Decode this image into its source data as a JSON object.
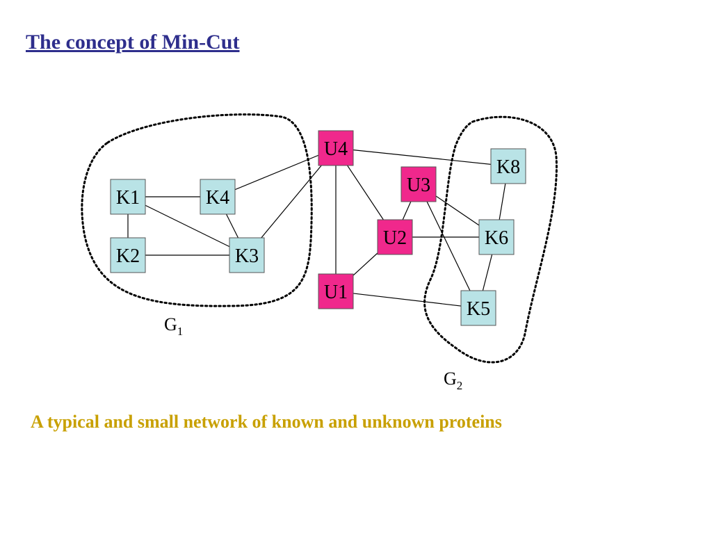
{
  "slide": {
    "title": "The concept of Min-Cut",
    "caption": "A typical and small network of known and unknown proteins"
  },
  "colors": {
    "title": "#2e2e8c",
    "caption": "#c8a000",
    "known_fill": "#b9e3e6",
    "unknown_fill": "#f0288c",
    "edge": "#000000"
  },
  "nodes": [
    {
      "id": "K1",
      "label": "K1",
      "kind": "known"
    },
    {
      "id": "K2",
      "label": "K2",
      "kind": "known"
    },
    {
      "id": "K3",
      "label": "K3",
      "kind": "known"
    },
    {
      "id": "K4",
      "label": "K4",
      "kind": "known"
    },
    {
      "id": "K5",
      "label": "K5",
      "kind": "known"
    },
    {
      "id": "K6",
      "label": "K6",
      "kind": "known"
    },
    {
      "id": "K8",
      "label": "K8",
      "kind": "known"
    },
    {
      "id": "U1",
      "label": "U1",
      "kind": "unknown"
    },
    {
      "id": "U2",
      "label": "U2",
      "kind": "unknown"
    },
    {
      "id": "U3",
      "label": "U3",
      "kind": "unknown"
    },
    {
      "id": "U4",
      "label": "U4",
      "kind": "unknown"
    }
  ],
  "edges": [
    [
      "K1",
      "K4"
    ],
    [
      "K1",
      "K2"
    ],
    [
      "K1",
      "K3"
    ],
    [
      "K4",
      "K3"
    ],
    [
      "K2",
      "K3"
    ],
    [
      "K4",
      "U4"
    ],
    [
      "K3",
      "U4"
    ],
    [
      "U4",
      "U1"
    ],
    [
      "U4",
      "U2"
    ],
    [
      "U4",
      "K8"
    ],
    [
      "U3",
      "U2"
    ],
    [
      "U3",
      "K6"
    ],
    [
      "U3",
      "K5"
    ],
    [
      "U2",
      "U1"
    ],
    [
      "U2",
      "K6"
    ],
    [
      "U1",
      "K5"
    ],
    [
      "K8",
      "K6"
    ],
    [
      "K6",
      "K5"
    ]
  ],
  "groups": [
    {
      "id": "G1",
      "letter": "G",
      "subscript": "1",
      "members": [
        "K1",
        "K2",
        "K3",
        "K4"
      ]
    },
    {
      "id": "G2",
      "letter": "G",
      "subscript": "2",
      "members": [
        "K5",
        "K6",
        "K8"
      ]
    }
  ]
}
